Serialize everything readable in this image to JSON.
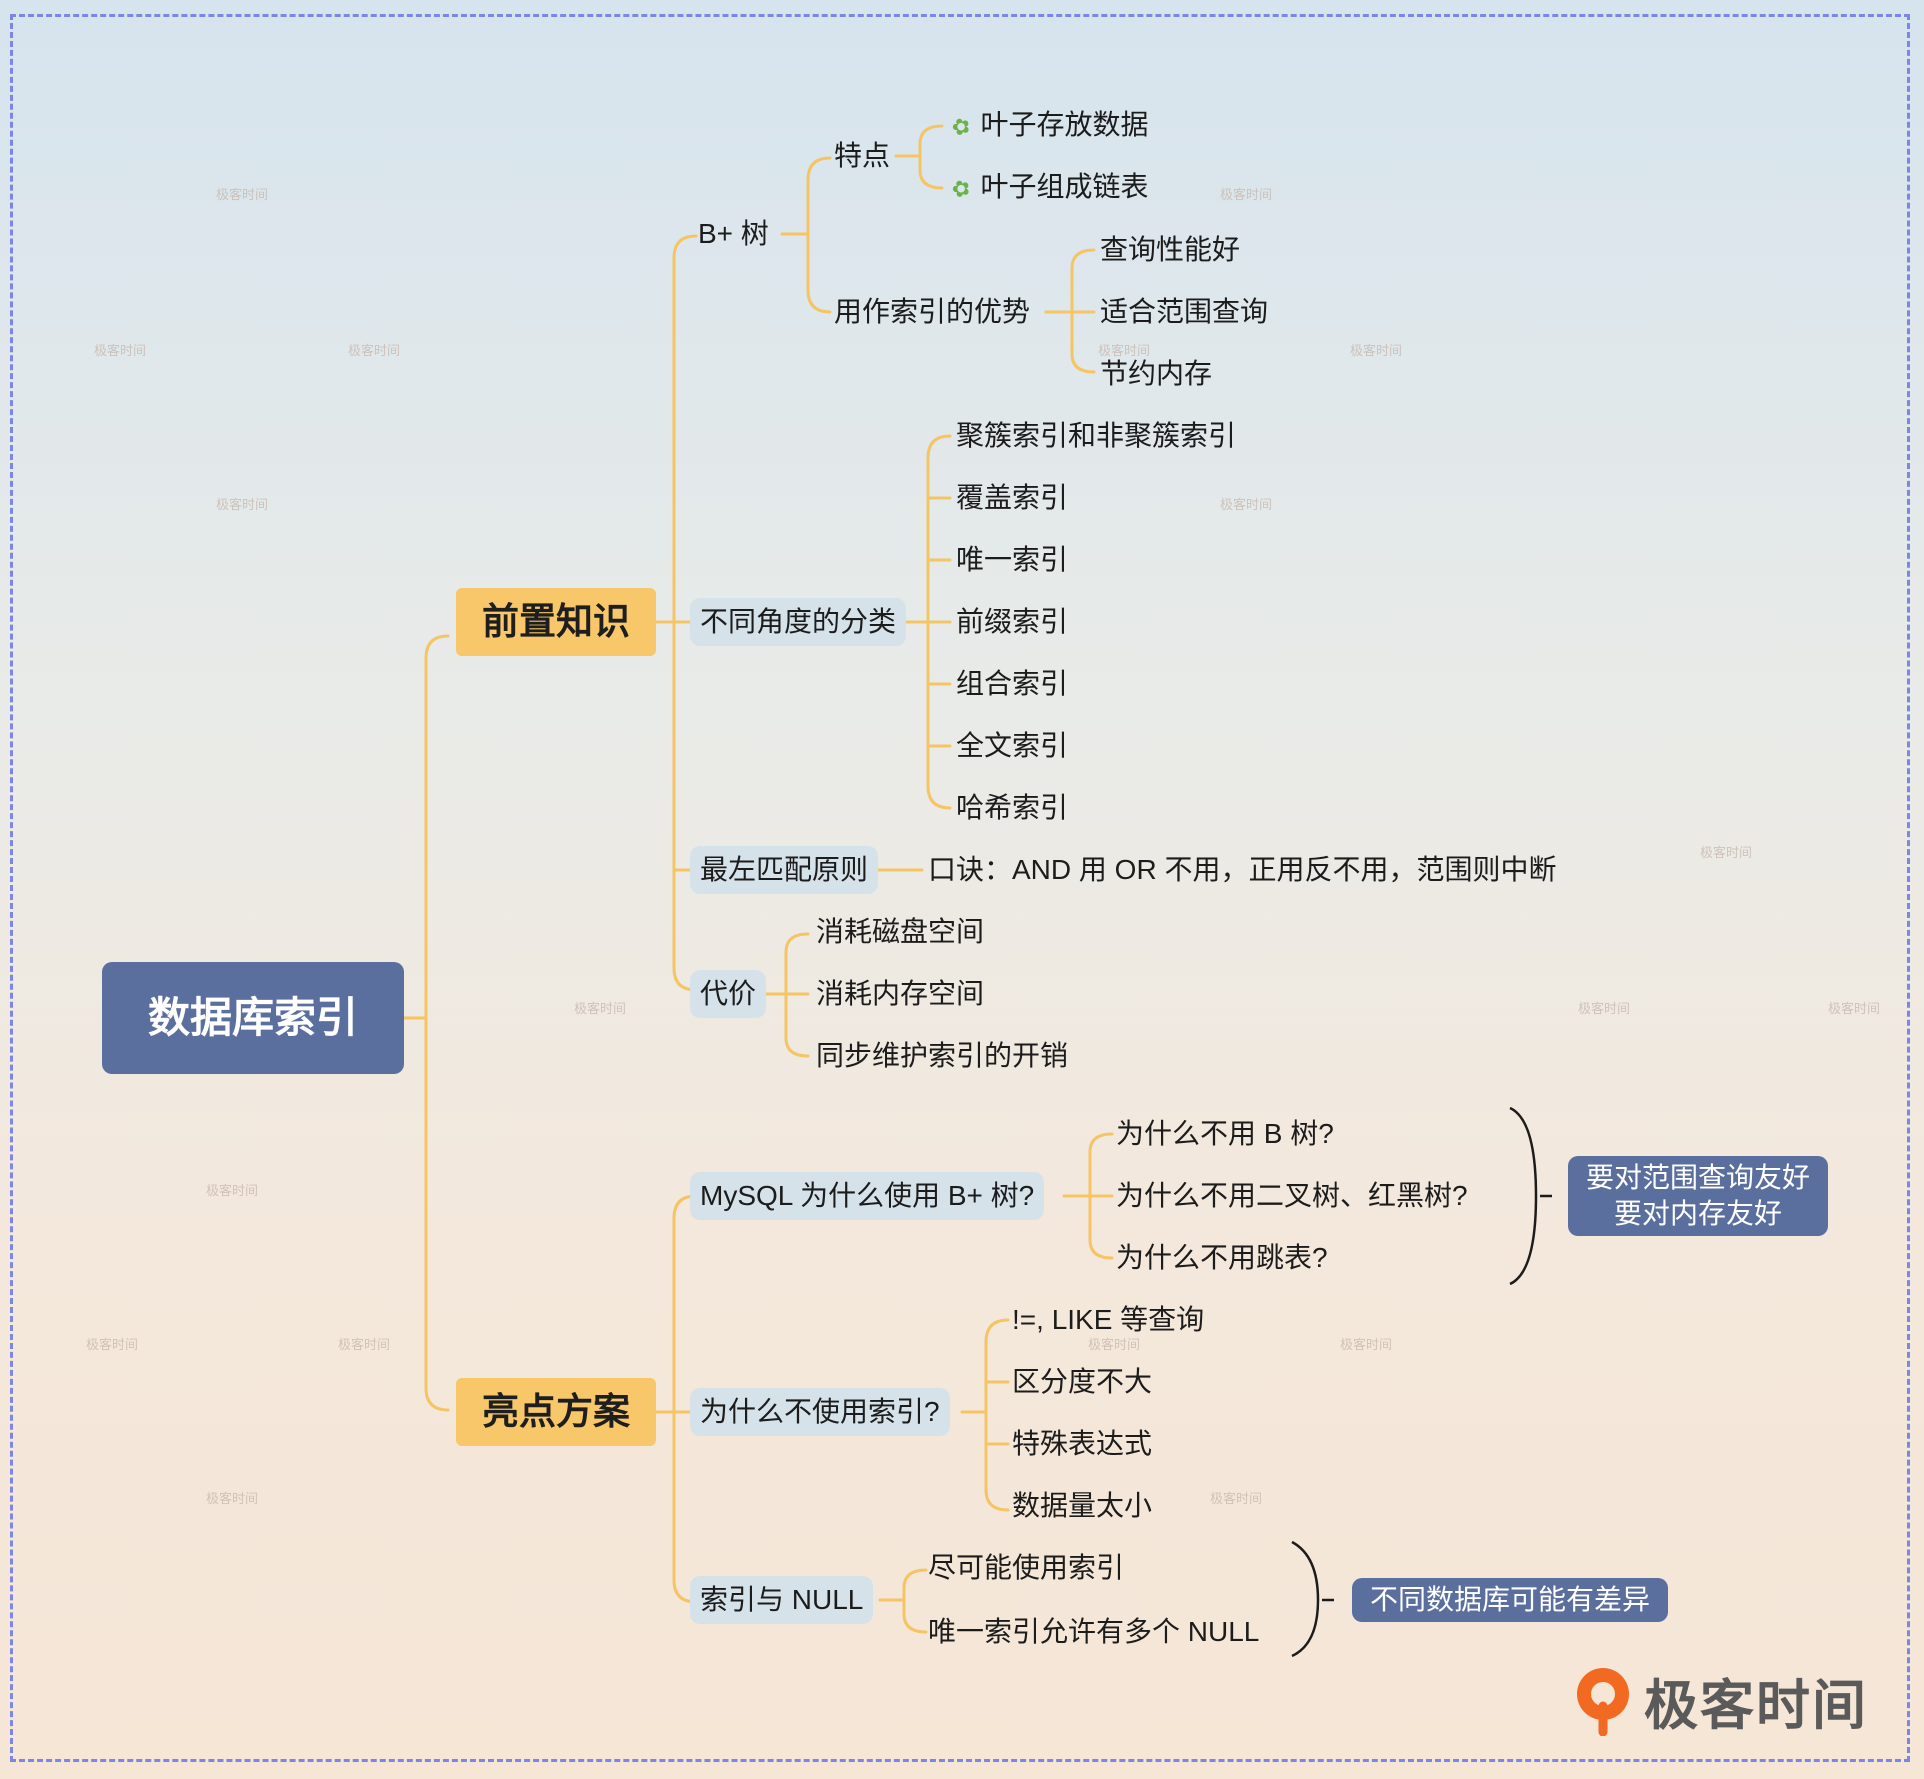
{
  "root": "数据库索引",
  "categories": {
    "prior": "前置知识",
    "highlight": "亮点方案"
  },
  "prior": {
    "bplus": {
      "label": "B+ 树",
      "features_label": "特点",
      "features": [
        "叶子存放数据",
        "叶子组成链表"
      ],
      "advantages_label": "用作索引的优势",
      "advantages": [
        "查询性能好",
        "适合范围查询",
        "节约内存"
      ]
    },
    "classification": {
      "label": "不同角度的分类",
      "items": [
        "聚簇索引和非聚簇索引",
        "覆盖索引",
        "唯一索引",
        "前缀索引",
        "组合索引",
        "全文索引",
        "哈希索引"
      ]
    },
    "leftmost": {
      "label": "最左匹配原则",
      "rhyme": "口诀：AND 用 OR 不用，正用反不用，范围则中断"
    },
    "cost": {
      "label": "代价",
      "items": [
        "消耗磁盘空间",
        "消耗内存空间",
        "同步维护索引的开销"
      ]
    }
  },
  "highlight": {
    "mysql": {
      "label": "MySQL 为什么使用 B+ 树?",
      "items": [
        "为什么不用 B 树?",
        "为什么不用二叉树、红黑树?",
        "为什么不用跳表?"
      ],
      "summary": [
        "要对范围查询友好",
        "要对内存友好"
      ]
    },
    "no_index": {
      "label": "为什么不使用索引?",
      "items": [
        "!=, LIKE 等查询",
        "区分度不大",
        "特殊表达式",
        "数据量太小"
      ]
    },
    "null": {
      "label": "索引与 NULL",
      "items": [
        "尽可能使用索引",
        "唯一索引允许有多个 NULL"
      ],
      "summary": "不同数据库可能有差异"
    }
  },
  "watermark": "极客时间",
  "brand": "极客时间",
  "colors": {
    "root": "#5b6f9e",
    "category": "#f8c76a",
    "connector": "#f5c565",
    "pill": "#d6e2ea",
    "frame": "#7b86e6"
  }
}
